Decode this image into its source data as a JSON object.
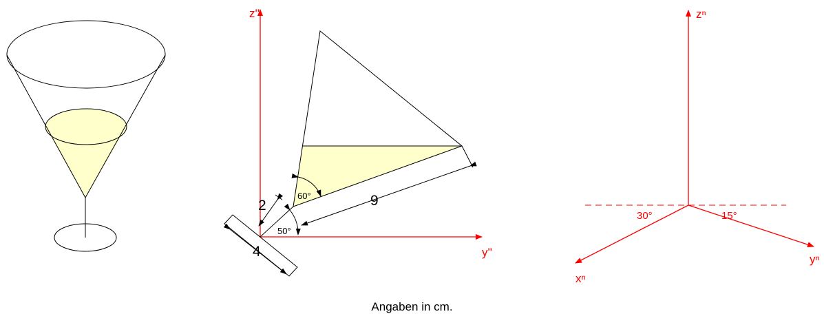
{
  "colors": {
    "axis": "#ff0000",
    "line": "#000000",
    "liquid_fill": "#ffffcc",
    "background": "#ffffff"
  },
  "side_view": {
    "axis_z_label": "z''",
    "axis_y_label": "y''",
    "dim_height": "2",
    "dim_base": "4",
    "dim_slant": "9",
    "angle_tilt": "50°",
    "angle_apex": "60°"
  },
  "axonometric": {
    "axis_z_label": "zⁿ",
    "axis_x_label": "xⁿ",
    "axis_y_label": "yⁿ",
    "angle_x": "30°",
    "angle_y": "15°"
  },
  "caption": "Angaben in cm."
}
